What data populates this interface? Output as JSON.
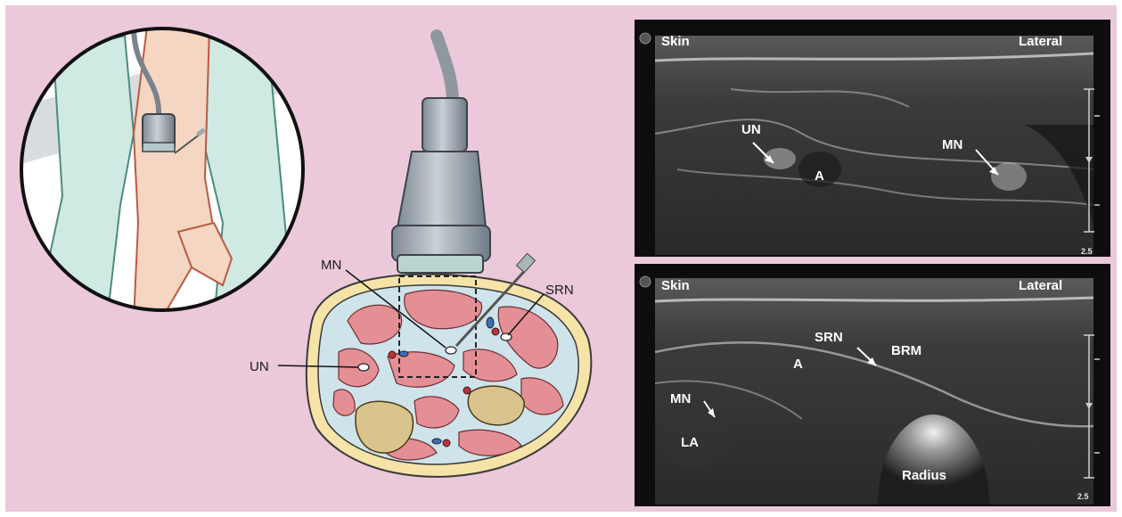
{
  "figure": {
    "background": "#ebc9da",
    "colors": {
      "skin": "#f2d7b8",
      "muscle": "#e38f95",
      "bone": "#d8c48c",
      "artery": "#c0323a",
      "vein": "#3b6fb8",
      "probe": "#9aa4ad",
      "drape": "#cfe9e3"
    }
  },
  "diagram": {
    "labels": {
      "mn": "MN",
      "srn": "SRN",
      "un": "UN"
    }
  },
  "ultrasound_top": {
    "skin": "Skin",
    "lateral": "Lateral",
    "un": "UN",
    "a": "A",
    "mn": "MN",
    "depth": "2.5"
  },
  "ultrasound_bottom": {
    "skin": "Skin",
    "lateral": "Lateral",
    "srn": "SRN",
    "brm": "BRM",
    "a": "A",
    "mn": "MN",
    "la": "LA",
    "radius": "Radius",
    "depth": "2.5"
  }
}
